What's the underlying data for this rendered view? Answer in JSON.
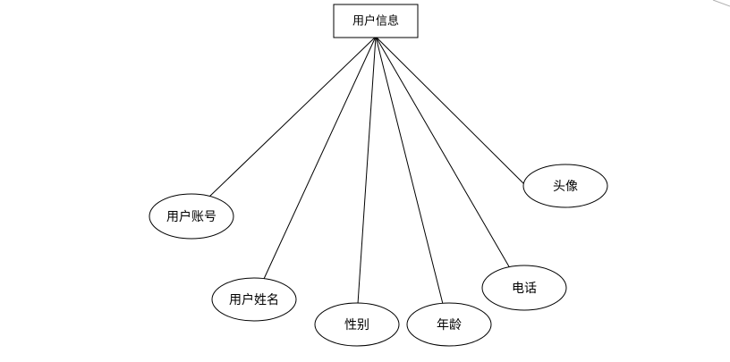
{
  "diagram": {
    "entity": {
      "label": "用户信息"
    },
    "attributes": [
      {
        "id": "account",
        "label": "用户账号"
      },
      {
        "id": "name",
        "label": "用户姓名"
      },
      {
        "id": "gender",
        "label": "性别"
      },
      {
        "id": "age",
        "label": "年龄"
      },
      {
        "id": "phone",
        "label": "电话"
      },
      {
        "id": "avatar",
        "label": "头像"
      }
    ]
  }
}
